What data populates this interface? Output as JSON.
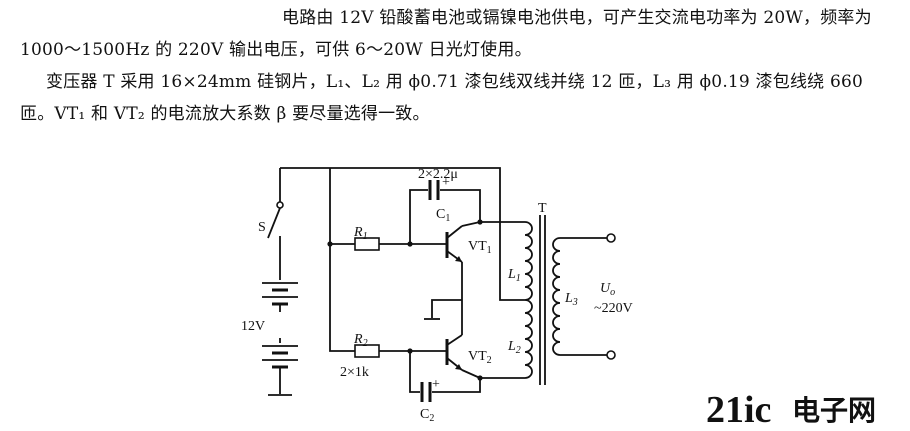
{
  "text": {
    "para1": "电路由 12V 铅酸蓄电池或镉镍电池供电，可产生交流电功率为 20W，频率为 1000～1500Hz 的 220V 输出电压，可供 6～20W 日光灯使用。",
    "para2": "变压器 T 采用 16×24mm 硅钢片，L₁、L₂ 用 ϕ0.71 漆包线双线并绕 12 匝，L₃ 用 ϕ0.19 漆包线绕 660 匝。VT₁ 和 VT₂ 的电流放大系数 β 要尽量选得一致。"
  },
  "labels": {
    "switch": "S",
    "battery": "12V",
    "r1": "R",
    "r1_sub": "1",
    "r2": "R",
    "r2_sub": "2",
    "r_value": "2×1k",
    "c1": "C",
    "c1_sub": "1",
    "c2": "C",
    "c2_sub": "2",
    "c_value": "2×2.2μ",
    "plus": "+",
    "vt1": "VT",
    "vt1_sub": "1",
    "vt2": "VT",
    "vt2_sub": "2",
    "transformer": "T",
    "l1": "L",
    "l1_sub": "1",
    "l2": "L",
    "l2_sub": "2",
    "l3": "L",
    "l3_sub": "3",
    "uo": "U",
    "uo_sub": "o",
    "vout": "~220V"
  },
  "watermark": {
    "brand_num": "21ic",
    "brand_cn": "电子网",
    "color": "#e8a8a0"
  }
}
